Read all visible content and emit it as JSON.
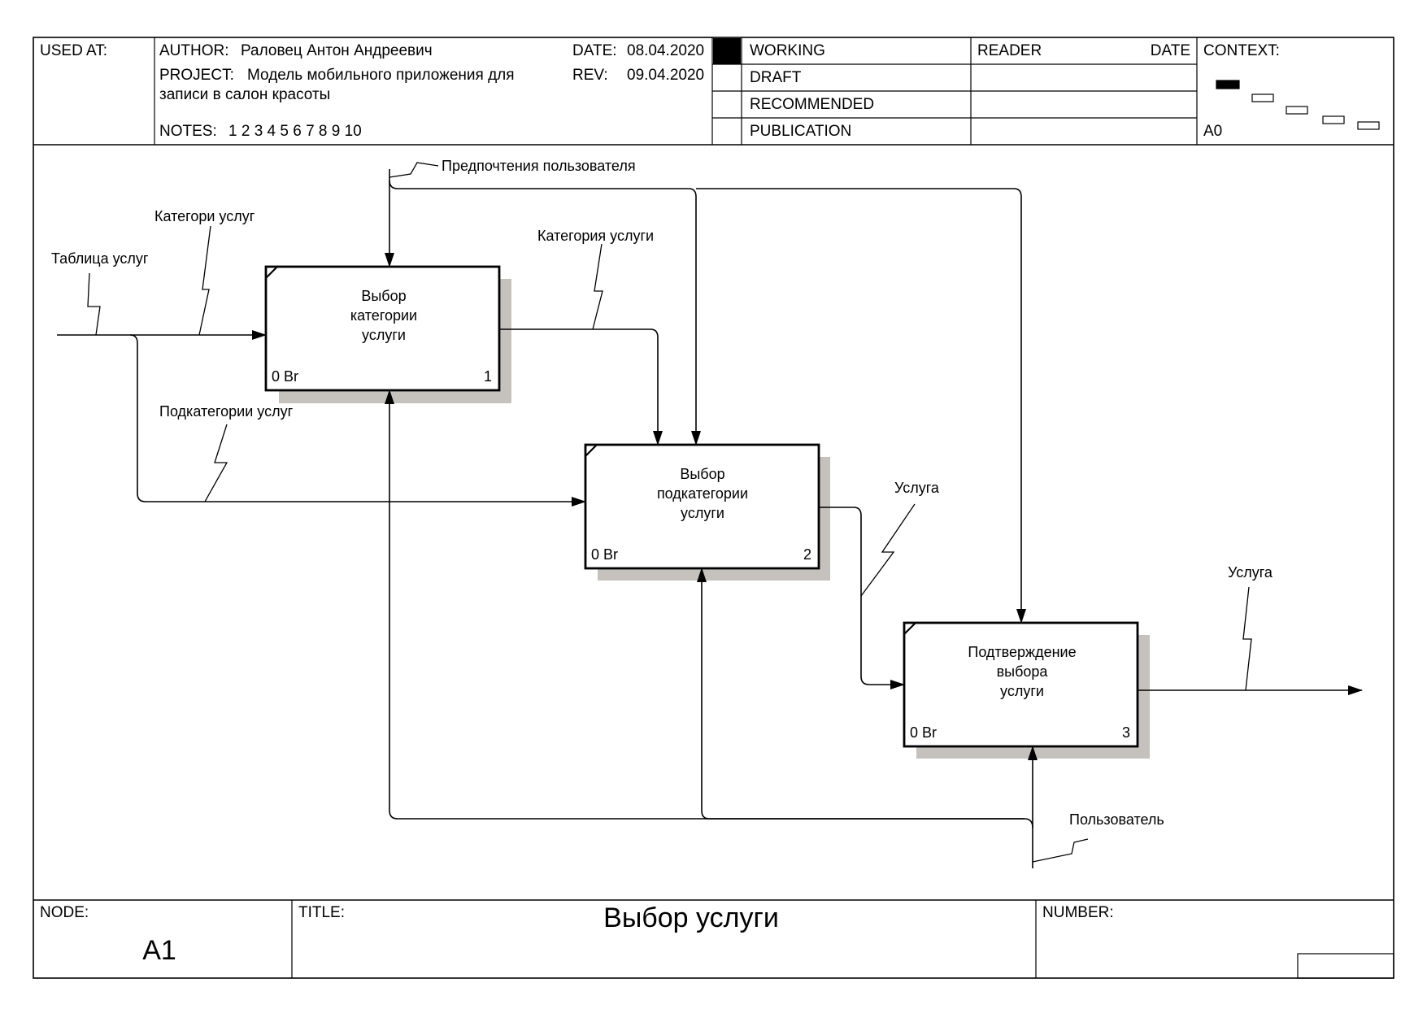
{
  "header": {
    "used_at_label": "USED AT:",
    "author_label": "AUTHOR:",
    "author_value": "Раловец Антон Андреевич",
    "project_label": "PROJECT:",
    "project_value_line1": "Модель мобильного приложения для",
    "project_value_line2": "записи в салон красоты",
    "date_label": "DATE:",
    "date_value": "08.04.2020",
    "rev_label": "REV:",
    "rev_value": "09.04.2020",
    "notes_label": "NOTES:",
    "notes_numbers": "1 2 3 4 5 6 7 8 9 10",
    "status_working": "WORKING",
    "status_draft": "DRAFT",
    "status_recommended": "RECOMMENDED",
    "status_publication": "PUBLICATION",
    "reader_label": "READER",
    "reader_date_label": "DATE",
    "context_label": "CONTEXT:",
    "context_node": "A0"
  },
  "boxes": [
    {
      "line1": "Выбор",
      "line2": "категории",
      "line3": "услуги",
      "cost": "0 Br",
      "number": "1"
    },
    {
      "line1": "Выбор",
      "line2": "подкатегории",
      "line3": "услуги",
      "cost": "0 Br",
      "number": "2"
    },
    {
      "line1": "Подтверждение",
      "line2": "выбора",
      "line3": "услуги",
      "cost": "0 Br",
      "number": "3"
    }
  ],
  "arrow_labels": {
    "preferences": "Предпочтения пользователя",
    "categories": "Категори услуг",
    "service_table": "Таблица услуг",
    "category": "Категория услуги",
    "subcategories": "Подкатегории услуг",
    "service_mid": "Услуга",
    "service_out": "Услуга",
    "user": "Пользователь"
  },
  "footer": {
    "node_label": "NODE:",
    "node_value": "A1",
    "title_label": "TITLE:",
    "title_value": "Выбор услуги",
    "number_label": "NUMBER:"
  },
  "colors": {
    "shadow": "#c5c2bd",
    "line": "#000000",
    "background": "#ffffff"
  }
}
